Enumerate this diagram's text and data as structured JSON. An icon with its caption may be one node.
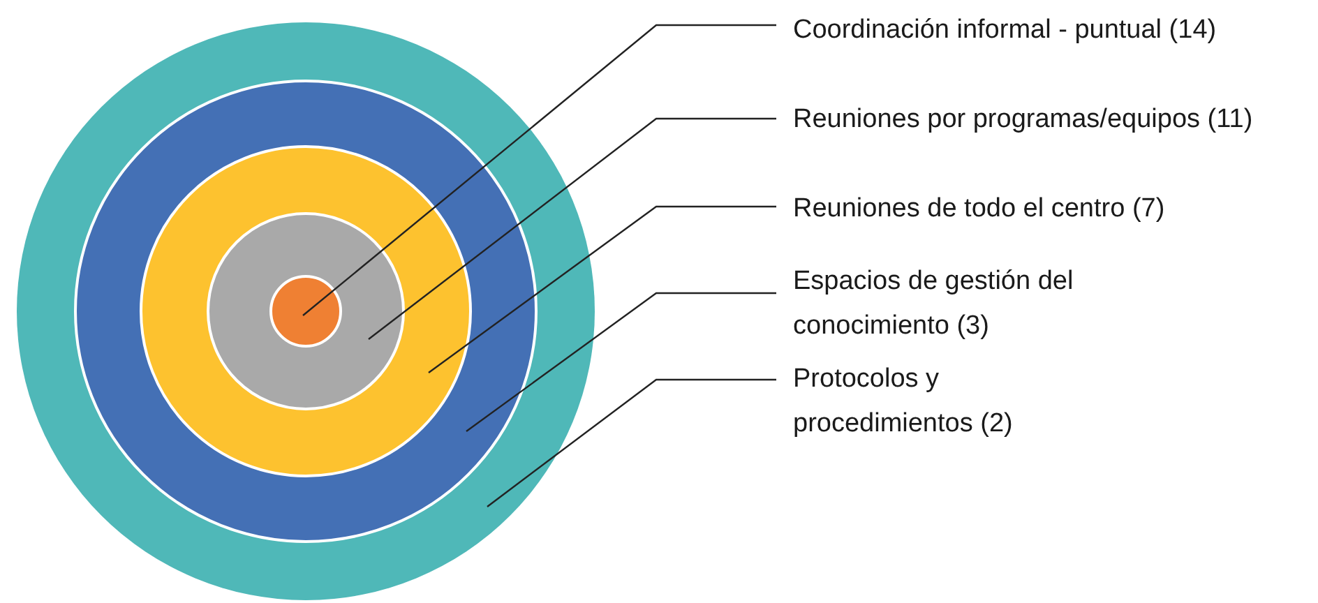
{
  "diagram": {
    "nodes": [
      {
        "text": [],
        "shape": "circle"
      },
      {
        "text": [],
        "shape": "circle",
        "in": 0
      },
      {
        "text": [],
        "shape": "circle",
        "in": 1
      },
      {
        "text": [],
        "shape": "circle",
        "in": 2
      },
      {
        "text": [],
        "shape": "circle",
        "in": 3
      },
      {
        "text": [
          "Coordinación informal - puntual (14)"
        ]
      },
      {
        "text": [
          "Reuniones por programas/equipos (11)"
        ]
      },
      {
        "text": [
          "Reuniones de todo el centro (7)"
        ]
      },
      {
        "text": [
          "Espacios de gestión del conocimiento (3)"
        ]
      },
      {
        "text": [
          "Protocolos y procedimientos (2)"
        ]
      }
    ],
    "edges": [
      {
        "from": 5,
        "to": 4,
        "arrow": "none"
      },
      {
        "from": 6,
        "to": 3,
        "arrow": "none"
      },
      {
        "from": 7,
        "to": 2,
        "arrow": "none"
      },
      {
        "from": 8,
        "to": 1,
        "arrow": "none"
      },
      {
        "from": 9,
        "to": 0,
        "arrow": "none"
      }
    ]
  }
}
